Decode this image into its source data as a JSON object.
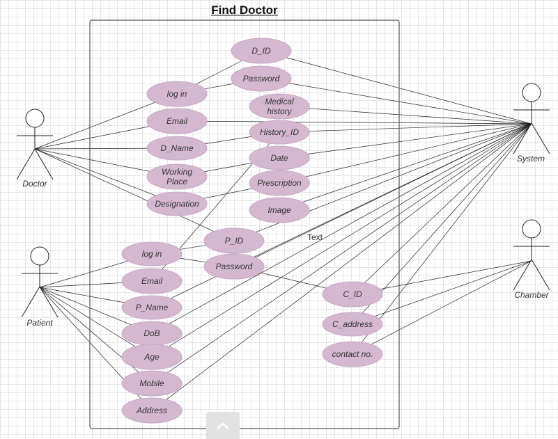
{
  "title": "Find Doctor",
  "annotation": "Text",
  "actors": [
    {
      "id": "doctor",
      "name": "Doctor"
    },
    {
      "id": "patient",
      "name": "Patient"
    },
    {
      "id": "system",
      "name": "System"
    },
    {
      "id": "chamber",
      "name": "Chamber"
    }
  ],
  "use_cases": [
    {
      "id": "d_id",
      "label": "D_ID"
    },
    {
      "id": "d_password",
      "label": "Password"
    },
    {
      "id": "d_login",
      "label": "log in"
    },
    {
      "id": "medical_history",
      "label": "Medical\nhistory"
    },
    {
      "id": "d_email",
      "label": "Email"
    },
    {
      "id": "history_id",
      "label": "History_ID"
    },
    {
      "id": "d_name",
      "label": "D_Name"
    },
    {
      "id": "date",
      "label": "Date"
    },
    {
      "id": "working_place",
      "label": "Working\nPlace"
    },
    {
      "id": "prescription",
      "label": "Prescription"
    },
    {
      "id": "designation",
      "label": "Designation"
    },
    {
      "id": "image",
      "label": "Image"
    },
    {
      "id": "p_id",
      "label": "P_ID"
    },
    {
      "id": "p_login",
      "label": "log in"
    },
    {
      "id": "p_password",
      "label": "Password"
    },
    {
      "id": "p_email",
      "label": "Email"
    },
    {
      "id": "c_id",
      "label": "C_ID"
    },
    {
      "id": "p_name",
      "label": "P_Name"
    },
    {
      "id": "c_address",
      "label": "C_address"
    },
    {
      "id": "dob",
      "label": "DoB"
    },
    {
      "id": "contact_no",
      "label": "contact no."
    },
    {
      "id": "age",
      "label": "Age"
    },
    {
      "id": "mobile",
      "label": "Mobile"
    },
    {
      "id": "address",
      "label": "Address"
    }
  ],
  "associations": [
    [
      "doctor",
      "d_login"
    ],
    [
      "doctor",
      "d_email"
    ],
    [
      "doctor",
      "d_name"
    ],
    [
      "doctor",
      "working_place"
    ],
    [
      "doctor",
      "designation"
    ],
    [
      "doctor",
      "p_id"
    ],
    [
      "d_login",
      "d_id"
    ],
    [
      "d_login",
      "d_password"
    ],
    [
      "patient",
      "p_login"
    ],
    [
      "patient",
      "p_email"
    ],
    [
      "patient",
      "p_name"
    ],
    [
      "patient",
      "dob"
    ],
    [
      "patient",
      "age"
    ],
    [
      "patient",
      "mobile"
    ],
    [
      "patient",
      "address"
    ],
    [
      "p_login",
      "p_id"
    ],
    [
      "p_login",
      "p_password"
    ],
    [
      "p_email",
      "history_id"
    ],
    [
      "d_name",
      "history_id"
    ],
    [
      "working_place",
      "date"
    ],
    [
      "designation",
      "prescription"
    ],
    [
      "p_password",
      "c_id"
    ],
    [
      "system",
      "d_id"
    ],
    [
      "system",
      "d_password"
    ],
    [
      "system",
      "medical_history"
    ],
    [
      "system",
      "d_email"
    ],
    [
      "system",
      "history_id"
    ],
    [
      "system",
      "date"
    ],
    [
      "system",
      "prescription"
    ],
    [
      "system",
      "image"
    ],
    [
      "system",
      "p_id"
    ],
    [
      "system",
      "p_password"
    ],
    [
      "system",
      "p_name"
    ],
    [
      "system",
      "dob"
    ],
    [
      "system",
      "age"
    ],
    [
      "system",
      "mobile"
    ],
    [
      "system",
      "address"
    ],
    [
      "system",
      "c_id"
    ],
    [
      "system",
      "c_address"
    ],
    [
      "system",
      "contact_no"
    ],
    [
      "chamber",
      "c_id"
    ],
    [
      "chamber",
      "c_address"
    ],
    [
      "chamber",
      "contact_no"
    ]
  ]
}
